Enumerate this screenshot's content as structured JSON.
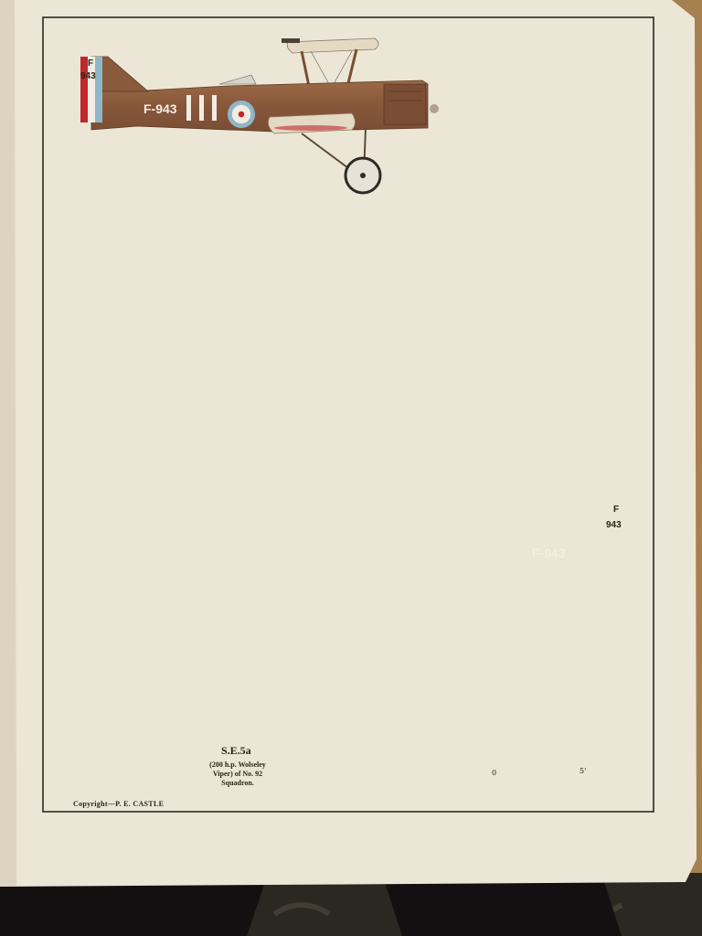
{
  "plate": {
    "aircraft_title": "S.E.5a",
    "caption_lines": [
      "(200 h.p. Wolseley",
      "Viper) of No. 92",
      "Squadron."
    ],
    "copyright": "Copyright—P. E. CASTLE",
    "registration": "F-943",
    "tail_letter": "F",
    "tail_number": "943",
    "scale_start": "0",
    "scale_end": "5'"
  },
  "colors": {
    "page": "#ece6d6",
    "fuselage_brown": "#8a5a3c",
    "wing_brown": "#9a6b45",
    "wing_linen": "#e6dcc6",
    "roundel_blue": "#8fb6c9",
    "roundel_red": "#c2272d",
    "background_wood": "#6b4e2e",
    "carpet": "#3a342c"
  }
}
